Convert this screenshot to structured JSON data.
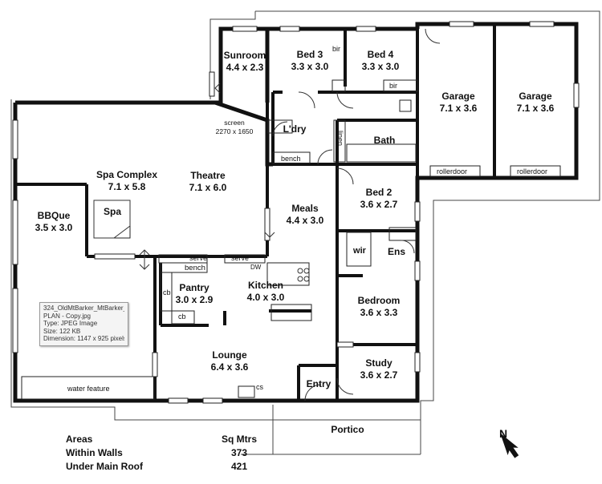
{
  "rooms": {
    "sunroom": {
      "name": "Sunroom",
      "dim": "4.4 x 2.3"
    },
    "bed3": {
      "name": "Bed 3",
      "dim": "3.3 x 3.0"
    },
    "bed4": {
      "name": "Bed 4",
      "dim": "3.3 x 3.0"
    },
    "garage_left": {
      "name": "Garage",
      "dim": "7.1 x 3.6"
    },
    "garage_right": {
      "name": "Garage",
      "dim": "7.1 x 3.6"
    },
    "spa_complex": {
      "name": "Spa Complex",
      "dim": "7.1 x 5.8"
    },
    "theatre": {
      "name": "Theatre",
      "dim": "7.1 x 6.0"
    },
    "bbque": {
      "name": "BBQue",
      "dim": "3.5 x 3.0"
    },
    "meals": {
      "name": "Meals",
      "dim": "4.4 x 3.0"
    },
    "bed2": {
      "name": "Bed 2",
      "dim": "3.6 x 2.7"
    },
    "pantry": {
      "name": "Pantry",
      "dim": "3.0 x 2.9"
    },
    "kitchen": {
      "name": "Kitchen",
      "dim": "4.0 x 3.0"
    },
    "bedroom": {
      "name": "Bedroom",
      "dim": "3.6 x 3.3"
    },
    "lounge": {
      "name": "Lounge",
      "dim": "6.4 x 3.6"
    },
    "study": {
      "name": "Study",
      "dim": "3.6 x 2.7"
    }
  },
  "labels": {
    "spa": "Spa",
    "bath": "Bath",
    "ens": "Ens",
    "wir": "wir",
    "ldry": "L'dry",
    "linen": "linen",
    "bir_top": "bir",
    "bir_bottom": "bir",
    "bench_ldry": "bench",
    "bench_kitchen": "bench",
    "serve_left": "serve",
    "serve_right": "serve",
    "dw": "DW",
    "cb_left": "cb",
    "cb_bottom": "cb",
    "cs": "cs",
    "screen_title": "screen",
    "screen_size": "2270 x 1650",
    "rollerdoor_left": "rollerdoor",
    "rollerdoor_right": "rollerdoor",
    "water_feature": "water feature",
    "entry": "Entry",
    "portico": "Portico"
  },
  "file_tooltip": {
    "name_line1": "324_OldMtBarker_MtBarker_",
    "name_line2": "PLAN - Copy.jpg",
    "type": "Type: JPEG Image",
    "size": "Size: 122 KB",
    "dimension": "Dimension: 1147 x 925 pixels"
  },
  "areas": {
    "header_label": "Areas",
    "header_unit": "Sq Mtrs",
    "within_walls_label": "Within Walls",
    "within_walls_value": "373",
    "under_roof_label": "Under Main Roof",
    "under_roof_value": "421"
  },
  "compass": {
    "letter": "N",
    "icon": "north-arrow-icon"
  },
  "colors": {
    "wall": "#111111",
    "line": "#222222",
    "background": "#ffffff",
    "tooltip_bg": "#f4f4f4"
  }
}
